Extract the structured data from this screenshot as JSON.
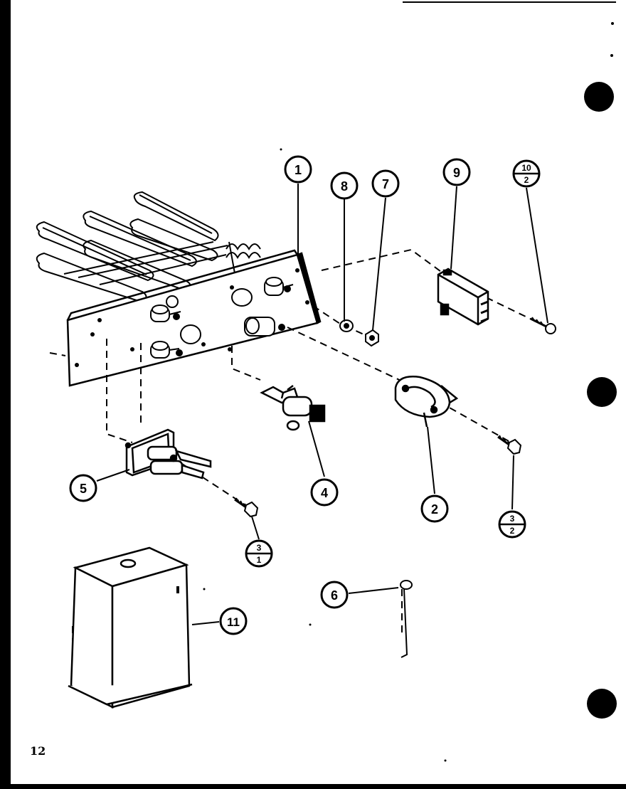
{
  "page_number": "12",
  "callouts": [
    {
      "id": "callout-1",
      "label": "1"
    },
    {
      "id": "callout-2",
      "label": "2"
    },
    {
      "id": "callout-4",
      "label": "4"
    },
    {
      "id": "callout-5",
      "label": "5"
    },
    {
      "id": "callout-6",
      "label": "6"
    },
    {
      "id": "callout-7",
      "label": "7"
    },
    {
      "id": "callout-8",
      "label": "8"
    },
    {
      "id": "callout-9",
      "label": "9"
    },
    {
      "id": "callout-11",
      "label": "11"
    }
  ],
  "fraction_callouts": [
    {
      "id": "fraction-10-2",
      "top": "10",
      "bottom": "2"
    },
    {
      "id": "fraction-3-2",
      "top": "3",
      "bottom": "2"
    },
    {
      "id": "fraction-3-1",
      "top": "3",
      "bottom": "1"
    }
  ],
  "colors": {
    "ink": "#000000",
    "paper": "#ffffff"
  }
}
